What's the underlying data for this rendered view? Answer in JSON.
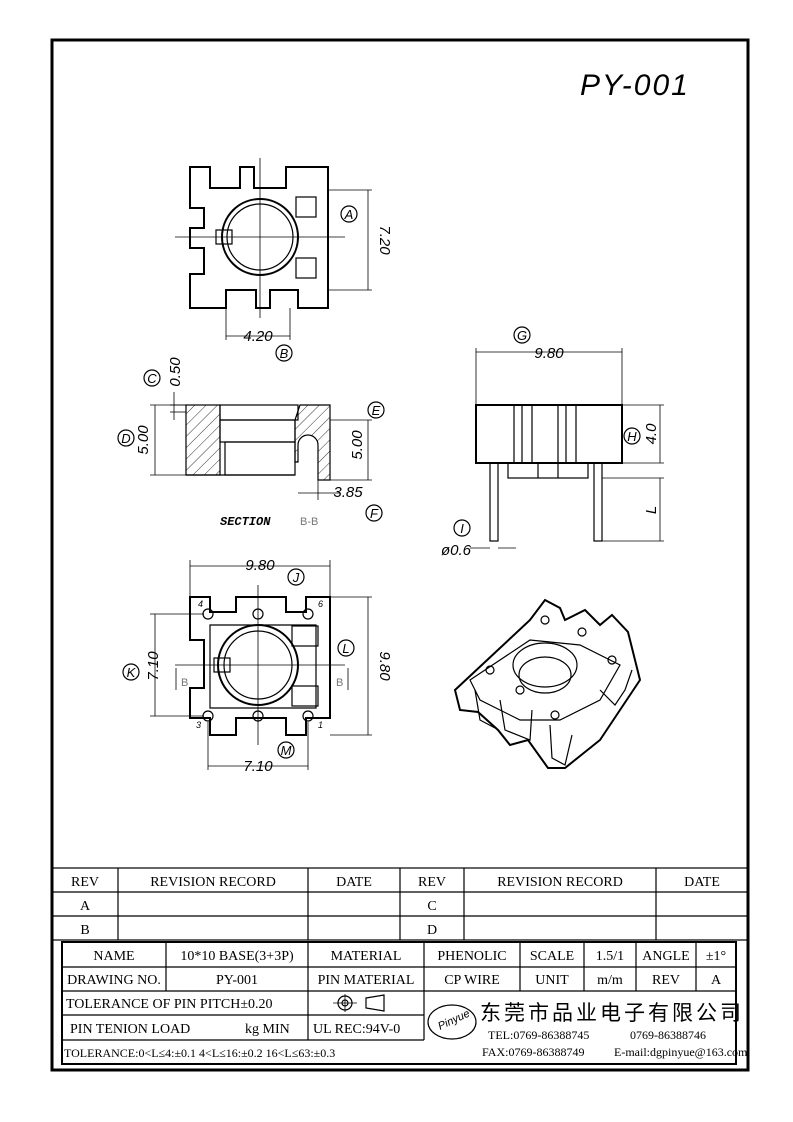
{
  "drawing_title": "PY-001",
  "top_view": {
    "dim_height": "7.20",
    "dim_width": "4.20",
    "callout_a": "A",
    "callout_b": "B"
  },
  "section_view": {
    "dim_c": "0.50",
    "dim_d": "5.00",
    "dim_e": "5.00",
    "dim_f": "3.85",
    "callout_c": "C",
    "callout_d": "D",
    "callout_e": "E",
    "callout_f": "F",
    "section_label": "SECTION",
    "section_mark": "B-B"
  },
  "side_view": {
    "dim_width": "9.80",
    "dim_height": "4.0",
    "dim_pin_length": "L",
    "dim_pin_dia": "ø0.6",
    "callout_g": "G",
    "callout_h": "H",
    "callout_i": "I"
  },
  "bottom_view": {
    "dim_width": "9.80",
    "dim_height": "9.80",
    "dim_left": "7.10",
    "dim_bottom": "7.10",
    "callout_j": "J",
    "callout_k": "K",
    "callout_l": "L",
    "callout_m": "M",
    "section_marker_left": "B",
    "section_marker_right": "B",
    "pin_numbers": [
      "4",
      "6",
      "3",
      "1"
    ]
  },
  "revision_table": {
    "headers": [
      "REV",
      "REVISION RECORD",
      "DATE",
      "REV",
      "REVISION RECORD",
      "DATE"
    ],
    "rows": [
      [
        "A",
        "",
        "",
        "C",
        "",
        ""
      ],
      [
        "B",
        "",
        "",
        "D",
        "",
        ""
      ]
    ]
  },
  "title_block": {
    "name_label": "NAME",
    "name_value": "10*10 BASE(3+3P)",
    "material_label": "MATERIAL",
    "material_value": "PHENOLIC",
    "scale_label": "SCALE",
    "scale_value": "1.5/1",
    "angle_label": "ANGLE",
    "angle_value": "±1°",
    "drawing_no_label": "DRAWING NO.",
    "drawing_no_value": "PY-001",
    "pin_material_label": "PIN MATERIAL",
    "pin_material_value": "CP WIRE",
    "unit_label": "UNIT",
    "unit_value": "m/m",
    "rev_label": "REV",
    "rev_value": "A",
    "tolerance_pitch": "TOLERANCE OF PIN PITCH±0.20",
    "pin_tension_label": "PIN TENION LOAD",
    "pin_tension_unit": "kg MIN",
    "ul_rec": "UL REC:94V-0",
    "tolerance_general": "TOLERANCE:0<L≤4:±0.1  4<L≤16:±0.2  16<L≤63:±0.3",
    "company_name": "东莞市品业电子有限公司",
    "logo_text": "Pinyue",
    "tel": "TEL:0769-86388745",
    "tel2": "0769-86388746",
    "fax": "FAX:0769-86388749",
    "email": "E-mail:dgpinyue@163.com"
  }
}
